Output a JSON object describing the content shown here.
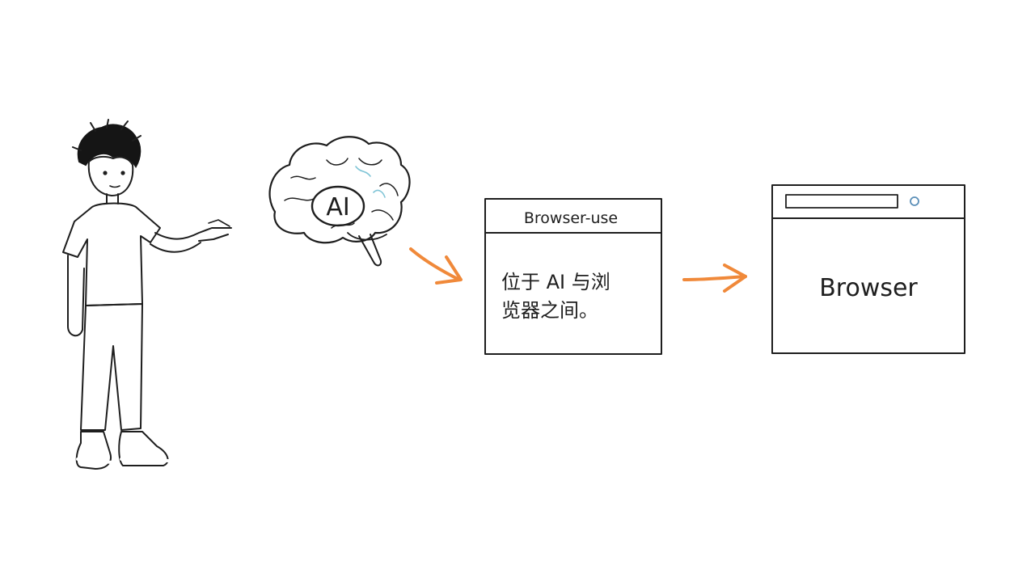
{
  "brain": {
    "label": "AI"
  },
  "middleware_box": {
    "title": "Browser-use",
    "body_line_1": "位于 AI 与浏",
    "body_line_2": "览器之间。"
  },
  "browser_box": {
    "label": "Browser"
  },
  "colors": {
    "arrow": "#f0893a",
    "address_bar": "#5aaee8",
    "pants": "#5c6670",
    "shoes": "#3e7fcf",
    "ink": "#1e1e1e",
    "brain_accent": "#7fc4d6"
  }
}
